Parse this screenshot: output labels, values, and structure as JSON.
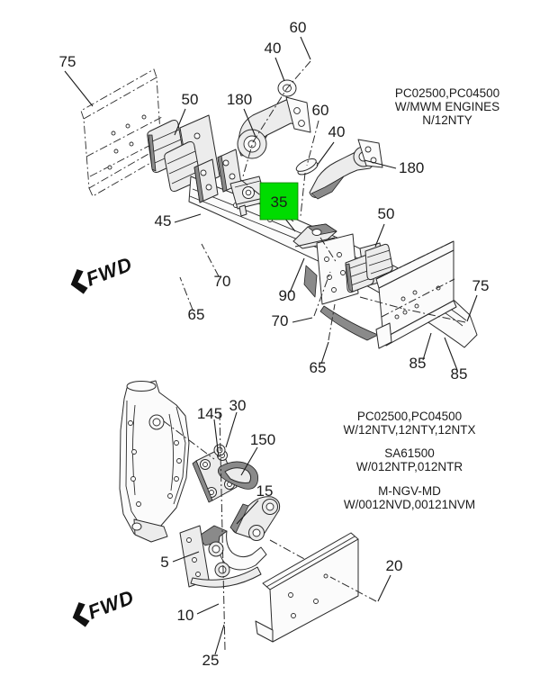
{
  "top_section": {
    "note": [
      "PC02500,PC04500",
      "W/MWM ENGINES",
      "N/12NTY"
    ],
    "fwd_label": "FWD",
    "highlight": {
      "label": "35",
      "color": "#00dc00"
    },
    "callouts": {
      "rail_left": "75",
      "insulator_left": "50",
      "bracket_left": "180",
      "washer_top": "40",
      "bolt_top": "60",
      "bolt_mid": "60",
      "washer_mid": "40",
      "bracket_right": "180",
      "crossmember": "45",
      "insulator_right": "50",
      "nut_left": "70",
      "bolt_lower_left": "65",
      "plate": "90",
      "nut_right": "70",
      "bolt_lower_right": "65",
      "rail_right": "75",
      "bolt_rail_a": "85",
      "bolt_rail_b": "85"
    }
  },
  "bottom_section": {
    "notes": [
      [
        "PC02500,PC04500",
        "W/12NTV,12NTY,12NTX"
      ],
      [
        "SA61500",
        "W/012NTP,012NTR"
      ],
      [
        "M-NGV-MD",
        "W/0012NVD,00121NVM"
      ]
    ],
    "fwd_label": "FWD",
    "callouts": {
      "bracket": "145",
      "bolt_top": "30",
      "insulator": "150",
      "arm": "15",
      "support": "5",
      "bolt_center": "10",
      "bolt_lower": "25",
      "rail": "20"
    }
  }
}
